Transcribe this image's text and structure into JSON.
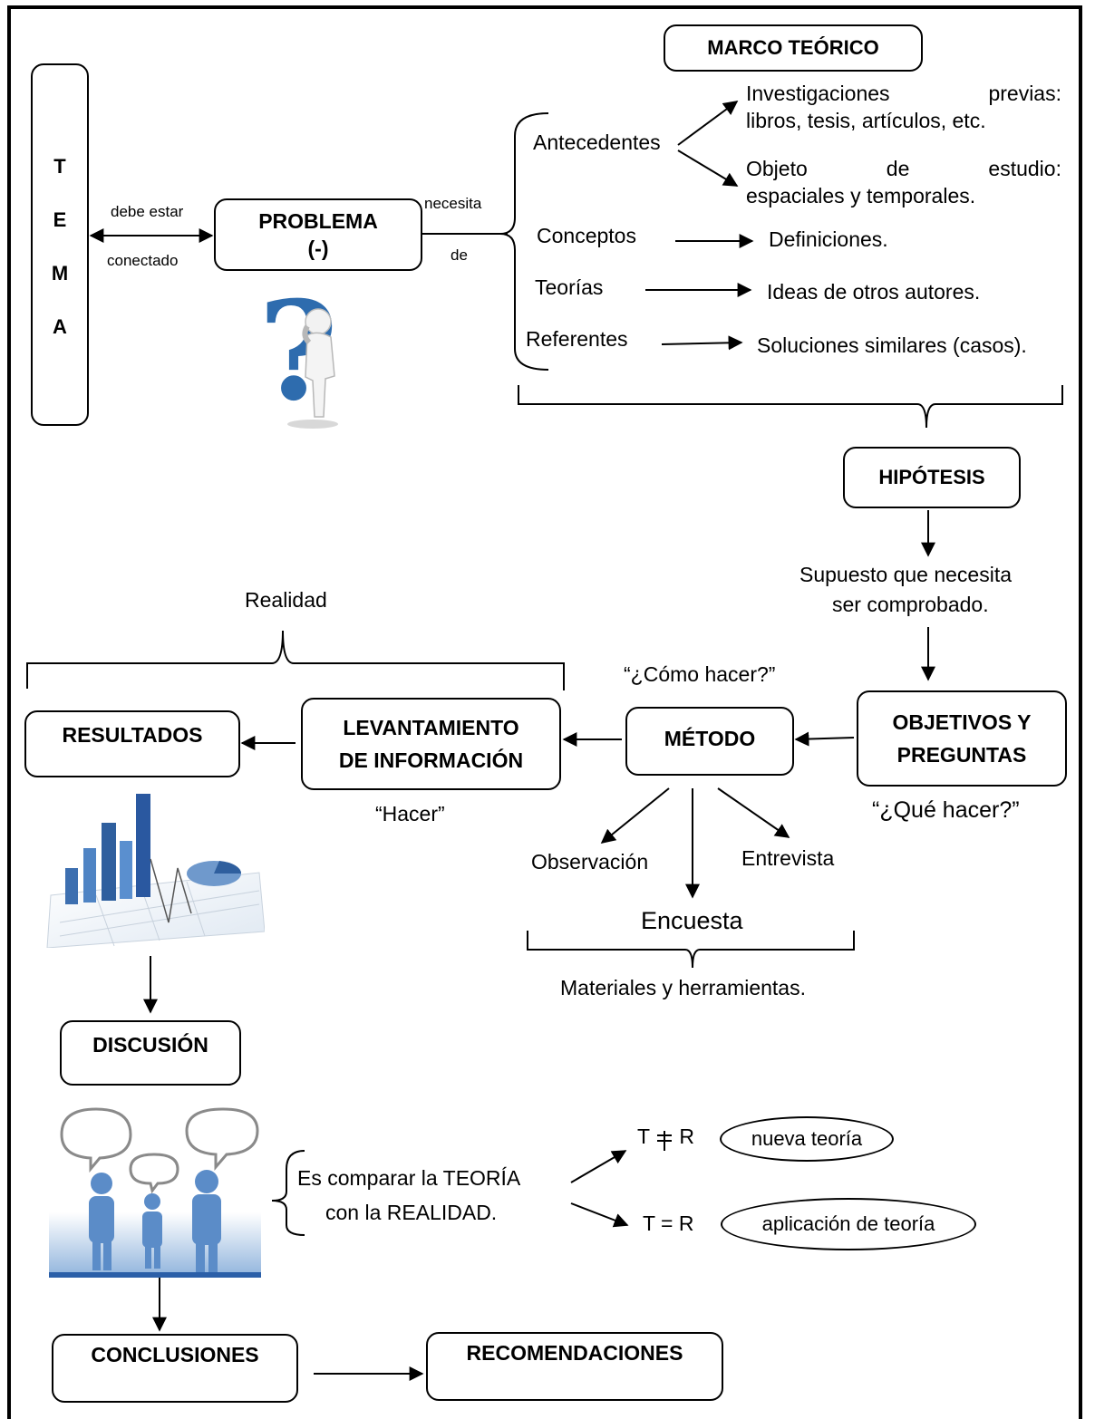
{
  "tema": {
    "letters": [
      "T",
      "E",
      "M",
      "A"
    ]
  },
  "problema": {
    "title": "PROBLEMA",
    "sub": "(-)"
  },
  "connector_tema": {
    "top": "debe estar",
    "bottom": "conectado"
  },
  "connector_problema": {
    "top": "necesita",
    "bottom": "de"
  },
  "marco": {
    "title": "MARCO TEÓRICO"
  },
  "antecedentes": {
    "label": "Antecedentes",
    "items": [
      {
        "line1_a": "Investigaciones",
        "line1_b": "previas:",
        "line2": "libros, tesis, artículos, etc."
      },
      {
        "line1_a": "Objeto",
        "line1_mid": "de",
        "line1_b": "estudio:",
        "line2": "espaciales y temporales."
      }
    ]
  },
  "conceptos": {
    "label": "Conceptos",
    "value": "Definiciones."
  },
  "teorias": {
    "label": "Teorías",
    "value": "Ideas de otros autores."
  },
  "referentes": {
    "label": "Referentes",
    "value": "Soluciones similares (casos)."
  },
  "hipotesis": {
    "title": "HIPÓTESIS",
    "note_1": "Supuesto que necesita",
    "note_2": "ser comprobado."
  },
  "objetivos": {
    "title_1": "OBJETIVOS Y",
    "title_2": "PREGUNTAS",
    "note": "“¿Qué hacer?”"
  },
  "metodo": {
    "title": "MÉTODO",
    "note": "“¿Cómo hacer?”"
  },
  "levantamiento": {
    "title_1": "LEVANTAMIENTO",
    "title_2": "DE INFORMACIÓN",
    "note": "“Hacer”"
  },
  "realidad": "Realidad",
  "resultados": {
    "title": "RESULTADOS"
  },
  "metodo_items": {
    "observacion": "Observación",
    "entrevista": "Entrevista",
    "encuesta": "Encuesta",
    "materiales": "Materiales y herramientas."
  },
  "discusion": {
    "title": "DISCUSIÓN",
    "desc_1": "Es comparar la TEORÍA",
    "desc_2": "con la REALIDAD."
  },
  "comparison": {
    "neq": {
      "formula_t": "T",
      "formula_r": "R",
      "result": "nueva teoría"
    },
    "eq": {
      "formula": "T = R",
      "result": "aplicación de teoría"
    }
  },
  "conclusiones": {
    "title": "CONCLUSIONES"
  },
  "recomendaciones": {
    "title": "RECOMENDACIONES"
  },
  "colors": {
    "line": "#000000",
    "figure_blue": "#2e6cae",
    "people_blue": "#5b8cc8"
  }
}
